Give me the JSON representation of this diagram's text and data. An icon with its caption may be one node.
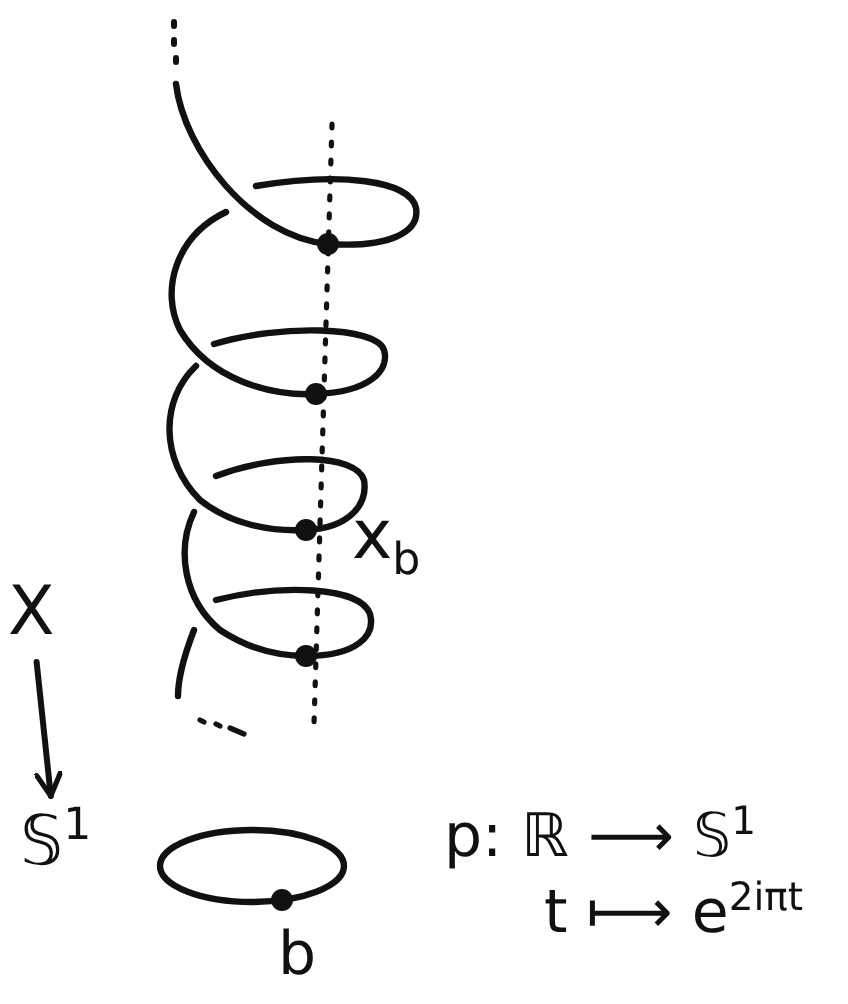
{
  "diagram": {
    "nodes": [
      {
        "text": [
          "X"
        ]
      },
      {
        "text": [
          "𝕊$^{1}$"
        ]
      }
    ],
    "edges": [
      {
        "from": 0,
        "to": 1,
        "arrow": "to"
      }
    ],
    "labels": [
      "x$_{b}$",
      "p: ℝ ⟶ 𝕊$^{1}$",
      "t ⟼ e$^{2iπt}$",
      "b"
    ]
  }
}
